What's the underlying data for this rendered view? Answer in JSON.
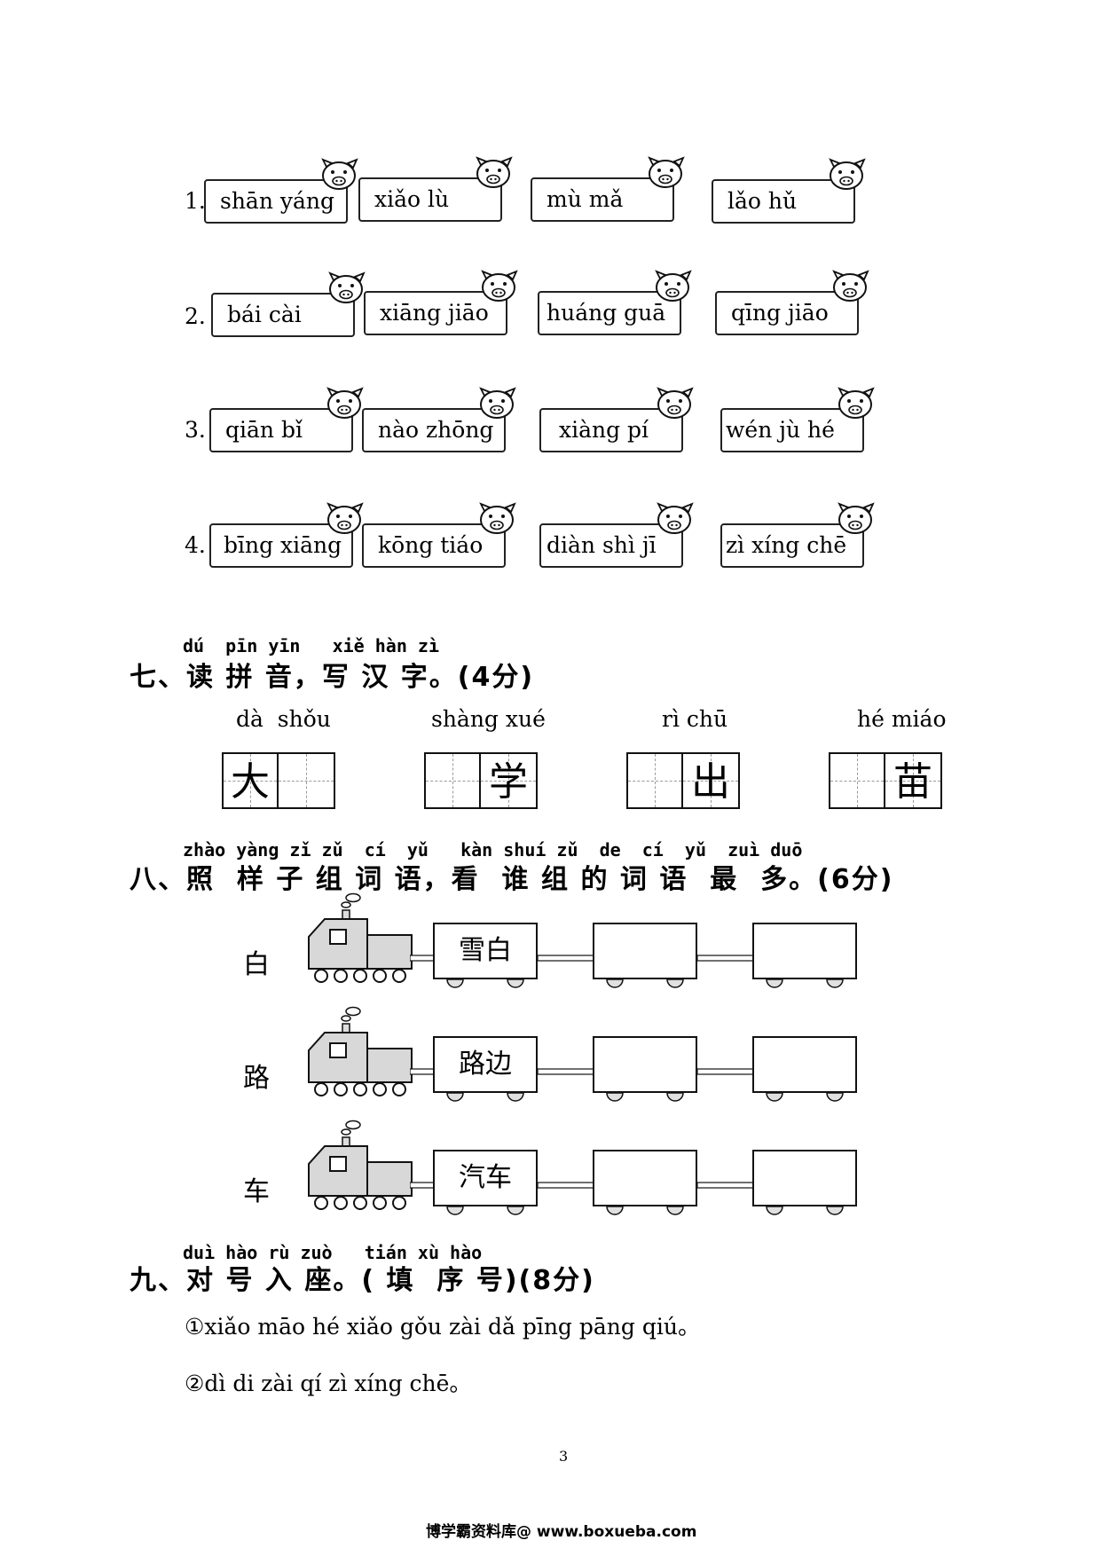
{
  "section6_rows": [
    {
      "num": "1.",
      "items": [
        "shān yáng",
        "xiǎo lù",
        "mù mǎ",
        "lǎo hǔ"
      ]
    },
    {
      "num": "2.",
      "items": [
        "bái cài",
        "xiāng jiāo",
        "huáng guā",
        "qīng jiāo"
      ]
    },
    {
      "num": "3.",
      "items": [
        "qiān bǐ",
        "nào zhōng",
        "xiàng pí",
        "wén jù hé"
      ]
    },
    {
      "num": "4.",
      "items": [
        "bīng xiāng",
        "kōng tiáo",
        "diàn shì jī",
        "zì xíng chē"
      ]
    }
  ],
  "section7": {
    "pinyin": "dú  pīn yīn   xiě hàn zì",
    "title": "七、读 拼 音，写 汉 字。(4分)",
    "words": [
      {
        "pinyin": "dà  shǒu",
        "given": "大",
        "given_cell": 0
      },
      {
        "pinyin": "shàng xué",
        "given": "学",
        "given_cell": 1
      },
      {
        "pinyin": "rì chū",
        "given": "出",
        "given_cell": 1
      },
      {
        "pinyin": "hé miáo",
        "given": "苗",
        "given_cell": 1
      }
    ]
  },
  "section8": {
    "pinyin": "zhào yàng zǐ zǔ  cí  yǔ   kàn shuí zǔ  de  cí  yǔ  zuì duō",
    "title": "八、照  样 子 组 词 语，看  谁 组 的 词 语  最  多。(6分)",
    "trains": [
      {
        "char": "白",
        "example": "雪白"
      },
      {
        "char": "路",
        "example": "路边"
      },
      {
        "char": "车",
        "example": "汽车"
      }
    ]
  },
  "section9": {
    "pinyin": "duì hào rù zuò   tián xù hào",
    "title": "九、对 号 入 座。( 填  序 号)(8分)",
    "sentences": [
      "①xiǎo māo hé xiǎo gǒu zài dǎ pīng pāng qiú。",
      "②dì di zài qí zì xíng chē。"
    ]
  },
  "page_number": "3",
  "footer": "博学霸资料库@ www.boxueba.com"
}
